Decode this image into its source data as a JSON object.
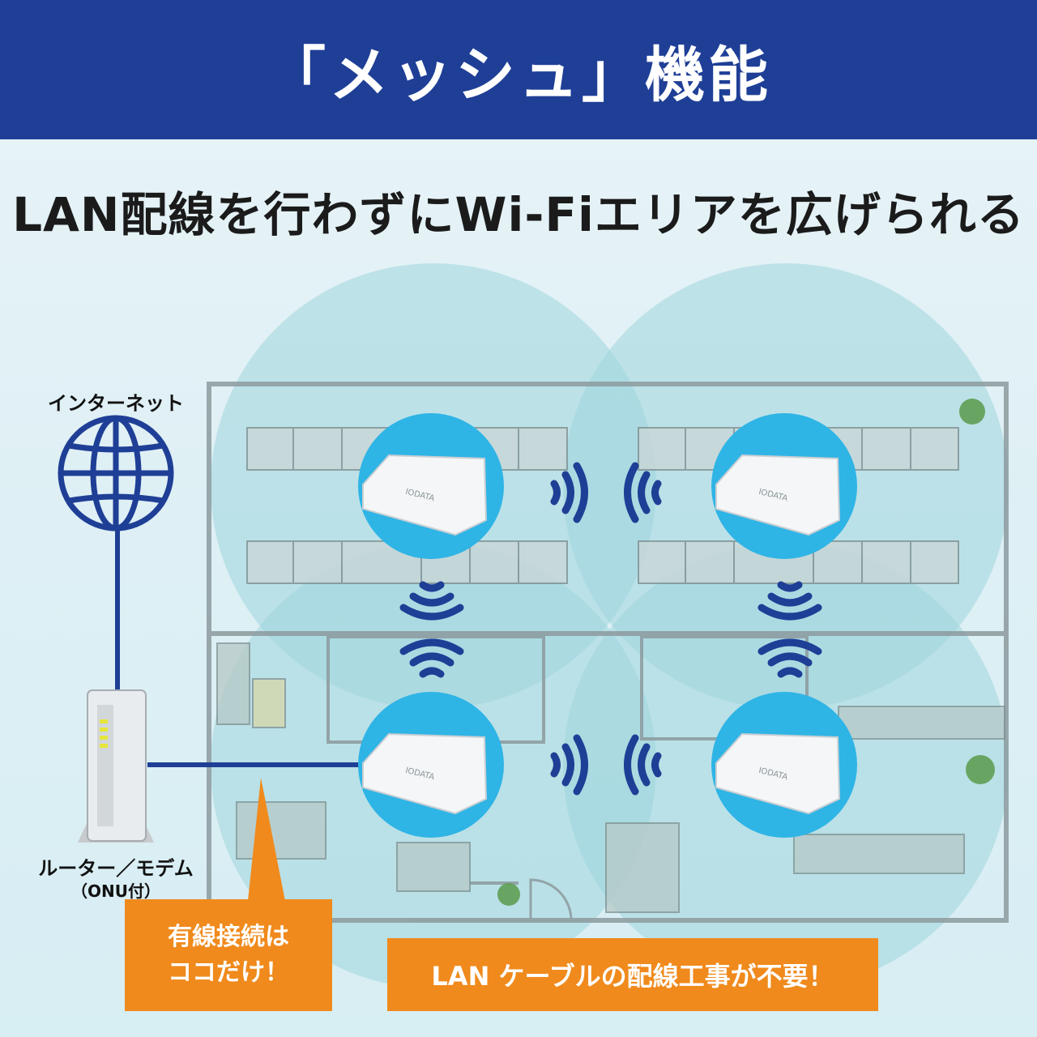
{
  "header": {
    "title": "「メッシュ」機能"
  },
  "subtitle": "LAN配線を行わずにWi-Fiエリアを広げられる",
  "labels": {
    "internet": "インターネット",
    "router_line1": "ルーター／モデム",
    "router_line2": "（ONU付）",
    "wired_line1": "有線接続は",
    "wired_line2": "ココだけ！",
    "no_cable": "LAN ケーブルの配線工事が不要！",
    "device_brand": "IODATA"
  },
  "colors": {
    "header_bg": "#1f3f96",
    "accent_orange": "#f08a1c",
    "coverage": "#9fd6dc",
    "device_circle": "#2fb4e6",
    "signal": "#1f3f96"
  },
  "icons": [
    "globe-icon",
    "router-icon",
    "wifi-signal-icon",
    "access-point-icon"
  ]
}
